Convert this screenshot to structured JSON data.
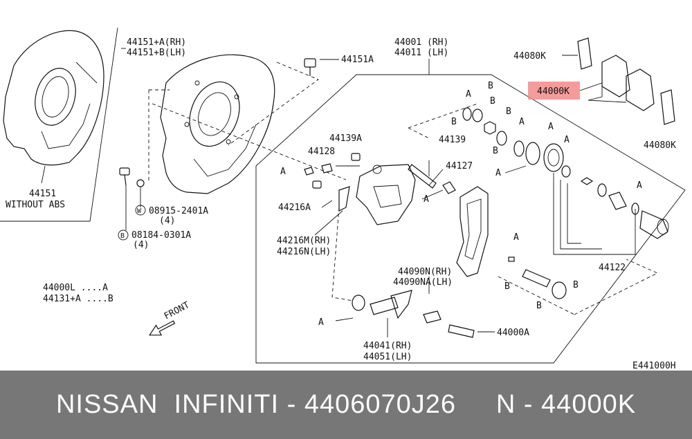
{
  "labels": {
    "shield_rh_lh_1": "44151+A(RH)",
    "shield_rh_lh_2": "44151+B(LH)",
    "bolt_44151a": "44151A",
    "caliper_rh": "44001 (RH)",
    "caliper_lh": "44011 (LH)",
    "clip_44080k_top": "44080K",
    "pad_kit": "44000K",
    "clip_44080k_right": "44080K",
    "shield_44151": "44151",
    "without_abs": "WITHOUT ABS",
    "part_44139a": "44139A",
    "part_44128": "44128",
    "part_44139": "44139",
    "part_44127": "44127",
    "part_44216a": "44216A",
    "lever_rh": "44216M(RH)",
    "lever_lh": "44216N(LH)",
    "washer": "08915-2401A",
    "washer_qty": "(4)",
    "bolt_08184": "08184-0301A",
    "bolt_qty": "(4)",
    "legend_a": "44000L    ....A",
    "legend_b": "44131+A  ....B",
    "front": "FRONT",
    "spring_rh": "44090N(RH)",
    "spring_lh": "44090NA(LH)",
    "part_44122": "44122",
    "bleeder": "44000A",
    "shaft_rh": "44041(RH)",
    "shaft_lh": "44051(LH)",
    "diagram_code": "E441000H",
    "callout_w": "W",
    "callout_b": "B",
    "letter_a": "A",
    "letter_b": "B"
  },
  "footer": {
    "text": "NISSAN  INFINITI - 4406070J26     N - 44000K"
  },
  "colors": {
    "highlight": "#f28b8b",
    "footer_bg": "#777777",
    "footer_text": "#ffffff"
  }
}
